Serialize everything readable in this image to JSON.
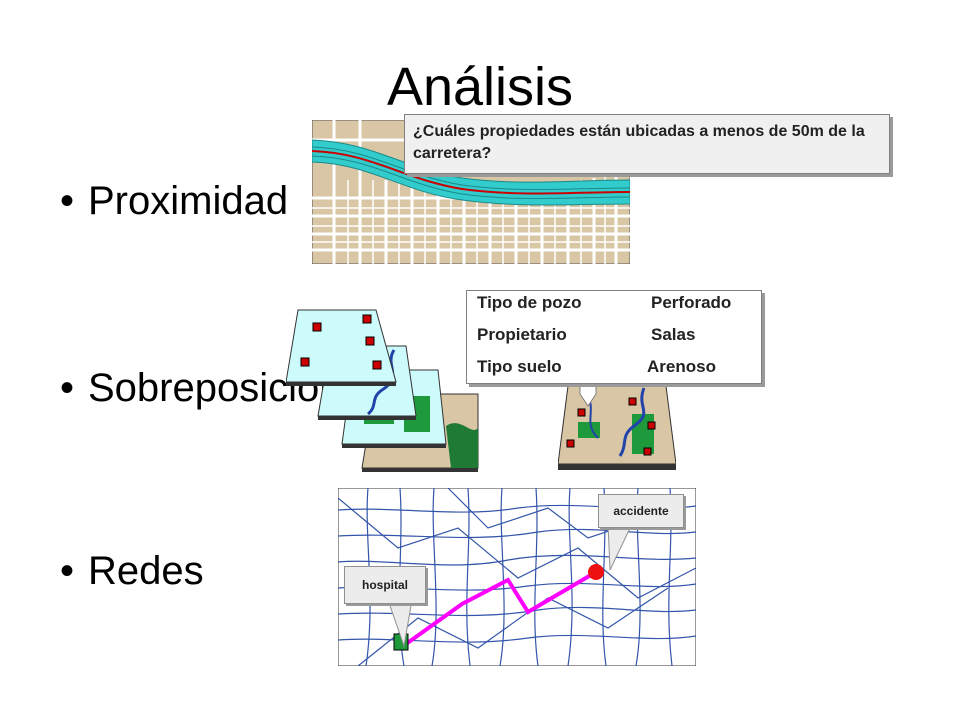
{
  "slide": {
    "title": "Análisis",
    "bullets": [
      {
        "label": "Proximidad"
      },
      {
        "label": "Sobreposición"
      },
      {
        "label": "Redes"
      }
    ]
  },
  "proximity": {
    "question": "¿Cuáles propiedades están ubicadas a menos de 50m de la carretera?"
  },
  "overlay": {
    "attributes": [
      {
        "field": "Tipo de pozo",
        "value": "Perforado"
      },
      {
        "field": "Propietario",
        "value": "Salas"
      },
      {
        "field": "Tipo suelo",
        "value": "Arenoso"
      }
    ]
  },
  "network": {
    "origin_label": "hospital",
    "destination_label": "accidente"
  },
  "colors": {
    "road_buffer": "#33cccc",
    "road_line": "#cc0000",
    "parcel_fill": "#d9c6a5",
    "route": "#ff00ff",
    "streets": "#3355aa",
    "map_background": "#bfefef",
    "well_marker": "#cc0000"
  }
}
